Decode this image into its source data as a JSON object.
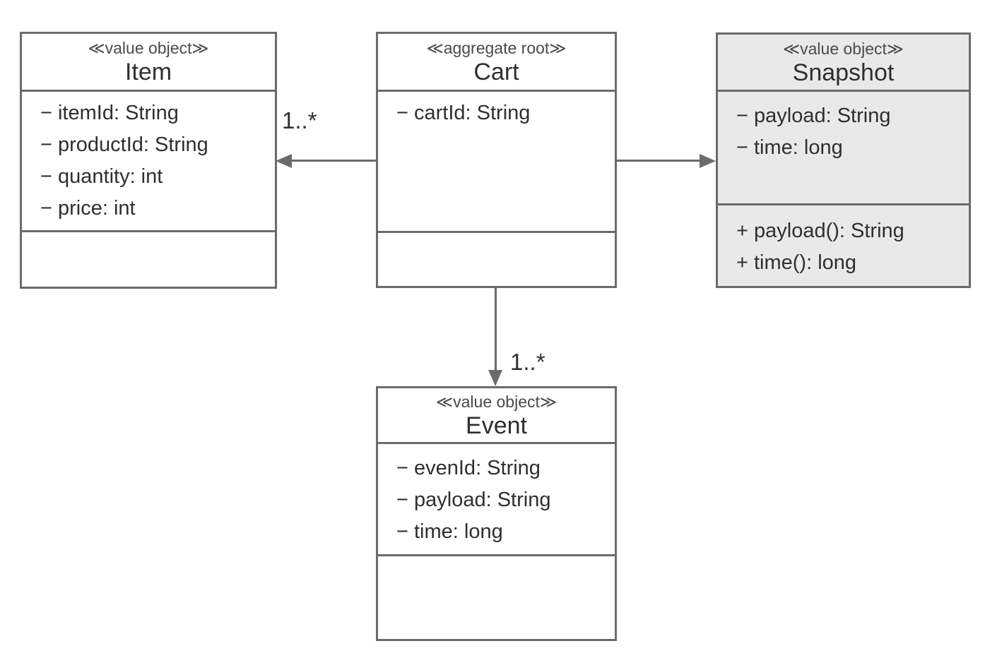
{
  "diagram": {
    "type": "uml-class-diagram",
    "classes": [
      {
        "key": "item",
        "stereotype": "≪value object≫",
        "name": "Item",
        "attributes": [
          "− itemId: String",
          "− productId: String",
          "− quantity: int",
          "− price: int"
        ],
        "operations": []
      },
      {
        "key": "cart",
        "stereotype": "≪aggregate root≫",
        "name": "Cart",
        "attributes": [
          "− cartId: String"
        ],
        "operations": []
      },
      {
        "key": "snapshot",
        "stereotype": "≪value object≫",
        "name": "Snapshot",
        "attributes": [
          "− payload: String",
          "− time: long"
        ],
        "operations": [
          "+ payload(): String",
          "+ time(): long"
        ]
      },
      {
        "key": "event",
        "stereotype": "≪value object≫",
        "name": "Event",
        "attributes": [
          "− evenId: String",
          "− payload: String",
          "− time: long"
        ],
        "operations": []
      }
    ],
    "associations": [
      {
        "from": "Cart",
        "to": "Item",
        "multiplicity": "1..*",
        "direction": "left"
      },
      {
        "from": "Cart",
        "to": "Snapshot",
        "multiplicity": "",
        "direction": "right"
      },
      {
        "from": "Cart",
        "to": "Event",
        "multiplicity": "1..*",
        "direction": "down"
      }
    ],
    "colors": {
      "border": "#6b6b6b",
      "arrow": "#6b6b6b",
      "text": "#2f2f2f",
      "stereotype_text": "#4a4a4a",
      "snapshot_fill": "#e9e9e9",
      "background": "#ffffff"
    }
  }
}
